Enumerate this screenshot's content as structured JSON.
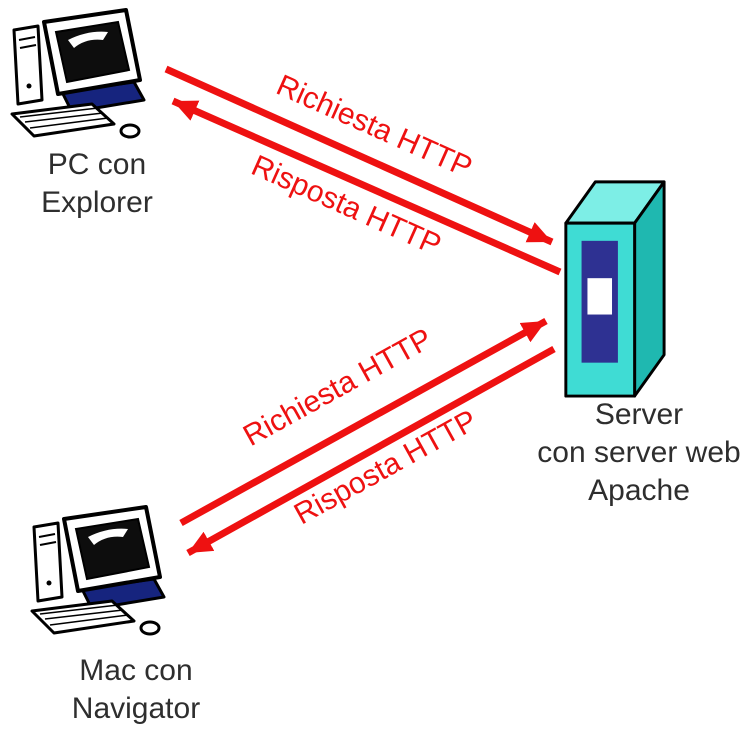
{
  "diagram": {
    "nodes": {
      "pc": {
        "icon": "desktop-computer-icon",
        "lines": [
          "PC con",
          "Explorer"
        ]
      },
      "mac": {
        "icon": "desktop-computer-icon",
        "lines": [
          "Mac con",
          "Navigator"
        ]
      },
      "server": {
        "icon": "server-tower-icon",
        "lines": [
          "Server",
          "con server web",
          "Apache"
        ]
      }
    },
    "arrows": [
      {
        "id": "pc-request",
        "label": "Richiesta HTTP",
        "from": "pc",
        "to": "server"
      },
      {
        "id": "pc-response",
        "label": "Risposta HTTP",
        "from": "server",
        "to": "pc"
      },
      {
        "id": "mac-request",
        "label": "Richiesta HTTP",
        "from": "mac",
        "to": "server"
      },
      {
        "id": "mac-response",
        "label": "Risposta HTTP",
        "from": "server",
        "to": "mac"
      }
    ],
    "colors": {
      "arrow_red": "#ee1111",
      "label_text": "#2e2e2e",
      "server_cyan_front": "#3fdcd4",
      "server_cyan_top": "#7deee6",
      "server_cyan_side": "#1fb8b0",
      "server_panel_navy": "#2e3192",
      "computer_base_blue": "#16247e",
      "background": "#ffffff"
    }
  }
}
